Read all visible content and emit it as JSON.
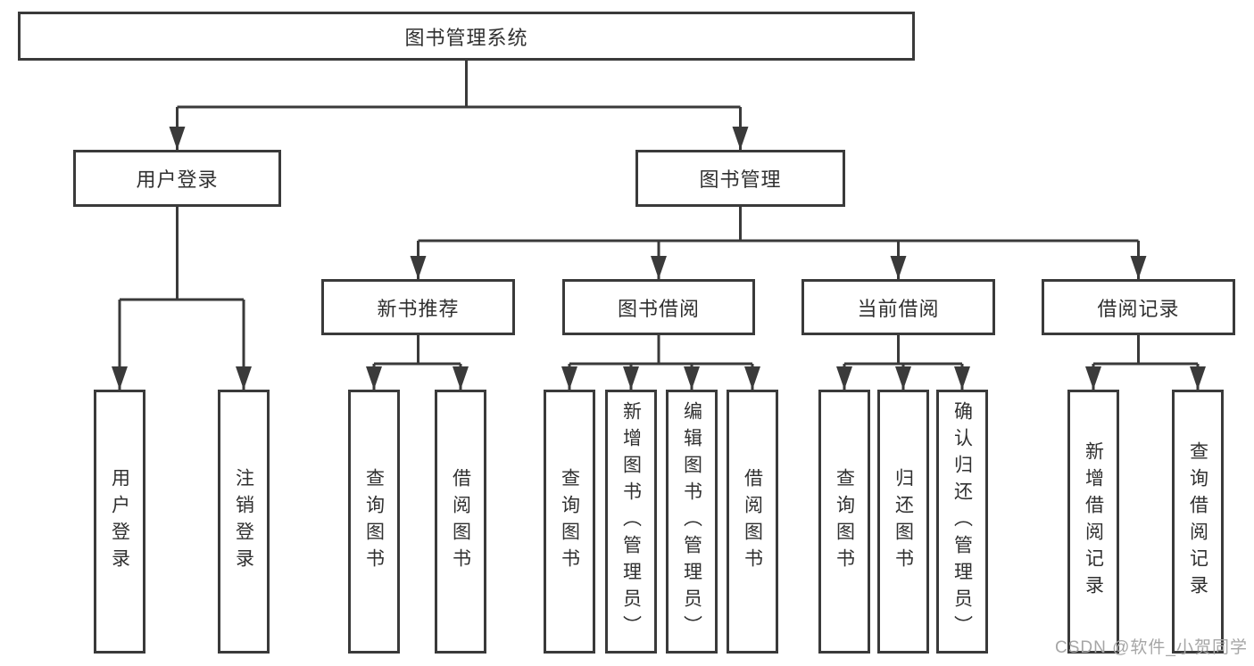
{
  "colors": {
    "line": "#3a3a3a",
    "text": "#303030",
    "watermark": "#a6a6a6",
    "background": "#ffffff"
  },
  "watermark": {
    "text": "CSDN @软件_小贺同学"
  },
  "tree": {
    "root": {
      "label": "图书管理系统"
    },
    "children": [
      {
        "label": "用户登录",
        "children": [
          {
            "label": "用户登录"
          },
          {
            "label": "注销登录"
          }
        ]
      },
      {
        "label": "图书管理",
        "children": [
          {
            "label": "新书推荐",
            "children": [
              {
                "label": "查询图书"
              },
              {
                "label": "借阅图书"
              }
            ]
          },
          {
            "label": "图书借阅",
            "children": [
              {
                "label": "查询图书"
              },
              {
                "label": "新增图书（管理员）"
              },
              {
                "label": "编辑图书（管理员）"
              },
              {
                "label": "借阅图书"
              }
            ]
          },
          {
            "label": "当前借阅",
            "children": [
              {
                "label": "查询图书"
              },
              {
                "label": "归还图书"
              },
              {
                "label": "确认归还（管理员）"
              }
            ]
          },
          {
            "label": "借阅记录",
            "children": [
              {
                "label": "新增借阅记录"
              },
              {
                "label": "查询借阅记录"
              }
            ]
          }
        ]
      }
    ]
  }
}
